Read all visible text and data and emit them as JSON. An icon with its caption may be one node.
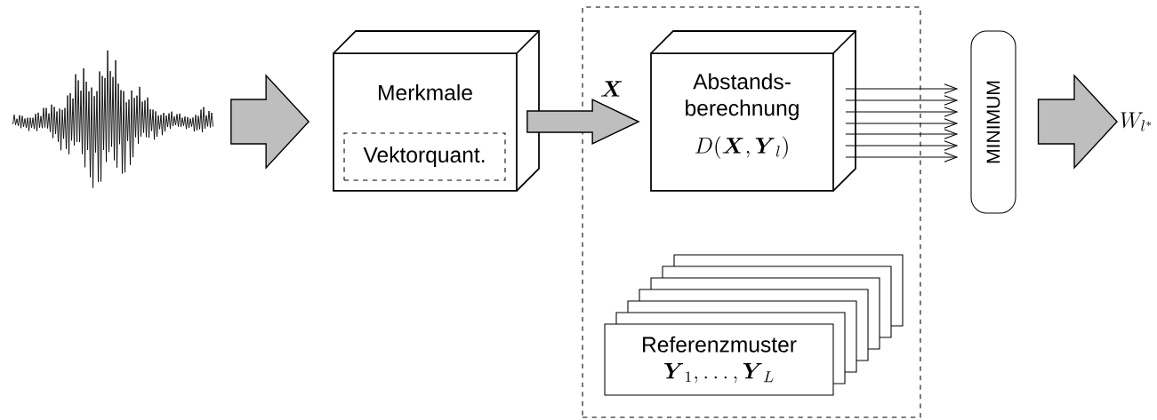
{
  "diagram": {
    "nodes": [
      {
        "text": [],
        "shape": "picture"
      },
      {
        "text": [
          "Merkmale"
        ]
      },
      {
        "text": [
          "Vektorquant."
        ],
        "in": 1
      },
      {
        "text": [],
        "shape": "box"
      },
      {
        "text": [
          "Abstands- berechnung",
          "D(\\boldsymbol{X},\\boldsymbol{Y}_l)"
        ],
        "in": 3
      },
      {
        "text": [
          "Referenzmuster",
          "\\boldsymbol{Y}_1,\\ldots,\\boldsymbol{Y}_L"
        ],
        "in": 3
      },
      {
        "text": [
          "MINIMUM"
        ]
      },
      {
        "text": [
          "W_{l^*}"
        ]
      }
    ],
    "edges": [
      {
        "from": 0,
        "to": 1,
        "arrow": "to",
        "style": "thick"
      },
      {
        "from": 1,
        "to": 4,
        "arrow": "to",
        "style": "thick",
        "label": "\\boldsymbol{X}"
      },
      {
        "from": 4,
        "to": 6,
        "arrow": "to"
      },
      {
        "from": 4,
        "to": 6,
        "arrow": "to"
      },
      {
        "from": 4,
        "to": 6,
        "arrow": "to"
      },
      {
        "from": 4,
        "to": 6,
        "arrow": "to"
      },
      {
        "from": 4,
        "to": 6,
        "arrow": "to"
      },
      {
        "from": 4,
        "to": 6,
        "arrow": "to"
      },
      {
        "from": 4,
        "to": 6,
        "arrow": "to"
      },
      {
        "from": 6,
        "to": 7,
        "arrow": "to",
        "style": "thick"
      }
    ]
  }
}
